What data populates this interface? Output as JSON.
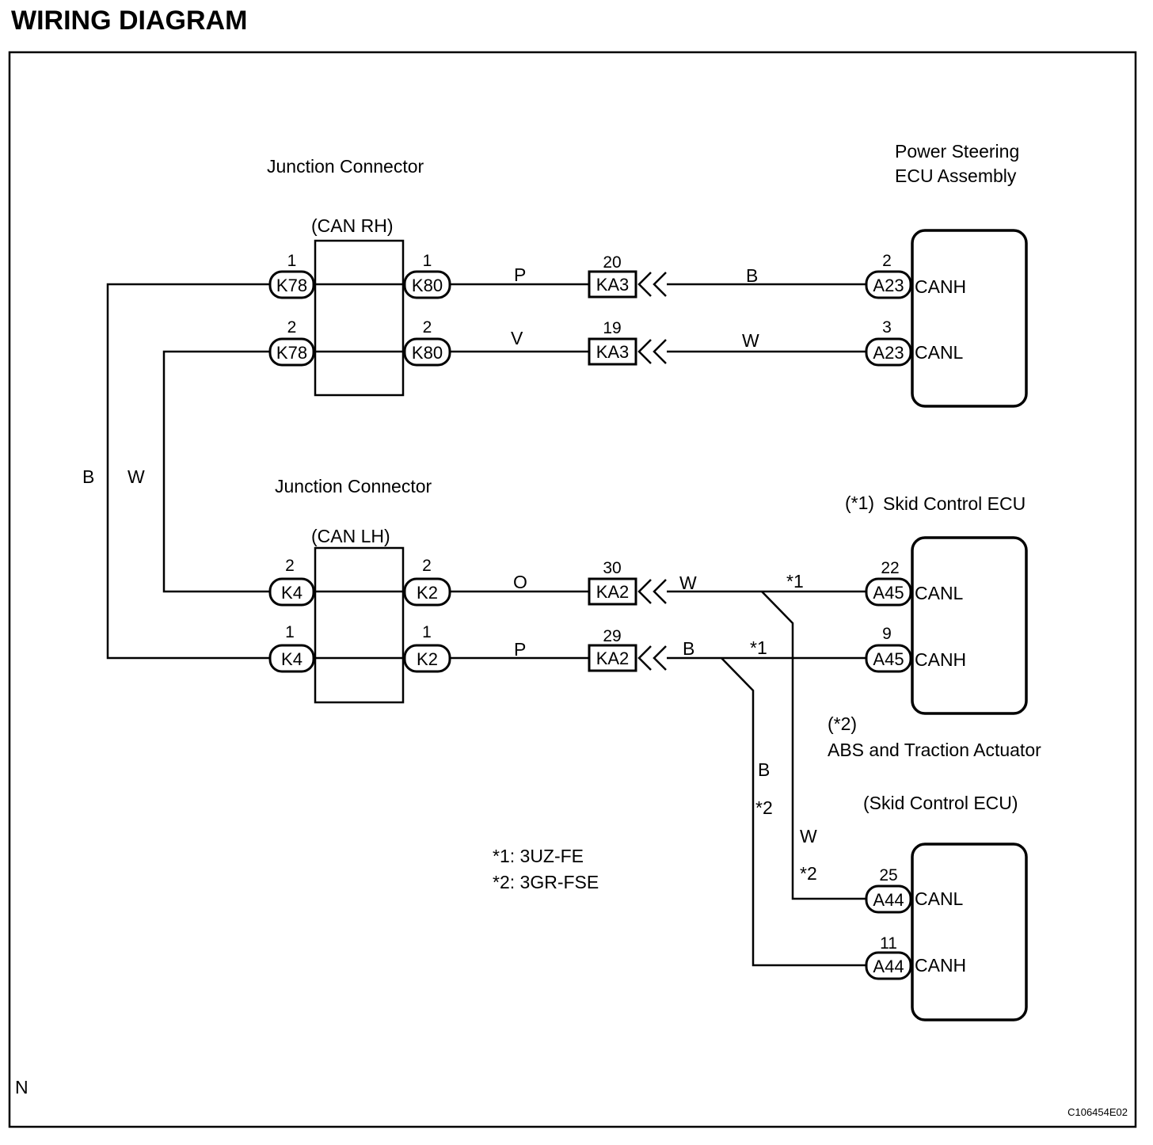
{
  "title": "WIRING DIAGRAM",
  "figure_id": "C106454E02",
  "corner_mark": "N",
  "notes": [
    "*1: 3UZ-FE",
    "*2: 3GR-FSE"
  ],
  "components": {
    "junction_rh": {
      "name": "Junction Connector",
      "sub": "(CAN RH)"
    },
    "junction_lh": {
      "name": "Junction Connector",
      "sub": "(CAN LH)"
    },
    "ps_ecu": {
      "line1": "Power Steering",
      "line2": "ECU Assembly",
      "pins": [
        "CANH",
        "CANL"
      ]
    },
    "skid_ecu_1": {
      "prefix": "(*1)",
      "name": "Skid Control ECU",
      "pins": [
        "CANL",
        "CANH"
      ]
    },
    "abs_actuator": {
      "prefix": "(*2)",
      "name": "ABS and Traction Actuator",
      "sub": "(Skid Control ECU)",
      "pins": [
        "CANL",
        "CANH"
      ]
    }
  },
  "connectors": {
    "k78_1": {
      "id": "K78",
      "pin": "1"
    },
    "k78_2": {
      "id": "K78",
      "pin": "2"
    },
    "k80_1": {
      "id": "K80",
      "pin": "1"
    },
    "k80_2": {
      "id": "K80",
      "pin": "2"
    },
    "ka3_20": {
      "id": "KA3",
      "pin": "20"
    },
    "ka3_19": {
      "id": "KA3",
      "pin": "19"
    },
    "a23_2": {
      "id": "A23",
      "pin": "2"
    },
    "a23_3": {
      "id": "A23",
      "pin": "3"
    },
    "k4_2": {
      "id": "K4",
      "pin": "2"
    },
    "k4_1": {
      "id": "K4",
      "pin": "1"
    },
    "k2_2": {
      "id": "K2",
      "pin": "2"
    },
    "k2_1": {
      "id": "K2",
      "pin": "1"
    },
    "ka2_30": {
      "id": "KA2",
      "pin": "30"
    },
    "ka2_29": {
      "id": "KA2",
      "pin": "29"
    },
    "a45_22": {
      "id": "A45",
      "pin": "22"
    },
    "a45_9": {
      "id": "A45",
      "pin": "9"
    },
    "a44_25": {
      "id": "A44",
      "pin": "25"
    },
    "a44_11": {
      "id": "A44",
      "pin": "11"
    }
  },
  "wire_colors": {
    "rh_left_b": "B",
    "rh_left_w": "W",
    "rh_top_mid": "P",
    "rh_top_right": "B",
    "rh_bot_mid": "V",
    "rh_bot_right": "W",
    "lh_top_mid": "O",
    "lh_top_right": "W",
    "lh_top_note": "*1",
    "lh_bot_mid": "P",
    "lh_bot_right": "B",
    "lh_bot_note": "*1",
    "branch_b_color": "B",
    "branch_b_note": "*2",
    "branch_w_color": "W",
    "branch_w_note": "*2"
  }
}
